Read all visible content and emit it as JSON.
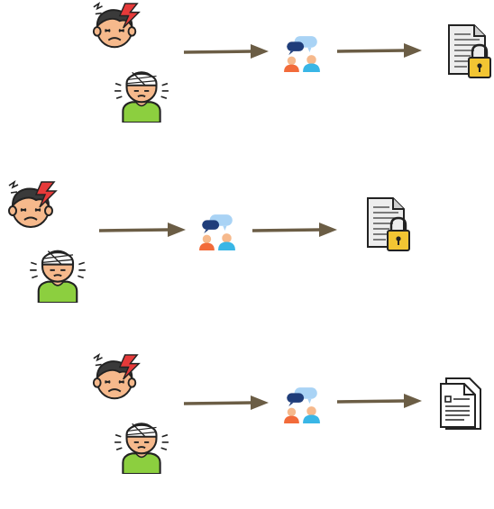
{
  "rows": [
    {
      "id": "row-1",
      "actors": [
        "headache-person-icon",
        "bandaged-injured-person-icon"
      ],
      "mediator": "conversation-people-icon",
      "result": "locked-document-icon"
    },
    {
      "id": "row-2",
      "actors": [
        "headache-person-icon",
        "bandaged-injured-person-icon"
      ],
      "mediator": "conversation-people-icon",
      "result": "locked-document-icon"
    },
    {
      "id": "row-3",
      "actors": [
        "headache-person-icon",
        "bandaged-injured-person-icon"
      ],
      "mediator": "conversation-people-icon",
      "result": "plain-document-icon"
    }
  ],
  "colors": {
    "arrow": "#6b5d45",
    "skin": "#f6b98c",
    "hair": "#3a3a3a",
    "bolt": "#e63a3a",
    "shirt": "#8ccf3f",
    "lock": "#f2c533",
    "bubble_dark": "#1f3d7a",
    "bubble_light": "#a9d3f5",
    "person_orange": "#f26b3a",
    "person_blue": "#39b6e6"
  }
}
